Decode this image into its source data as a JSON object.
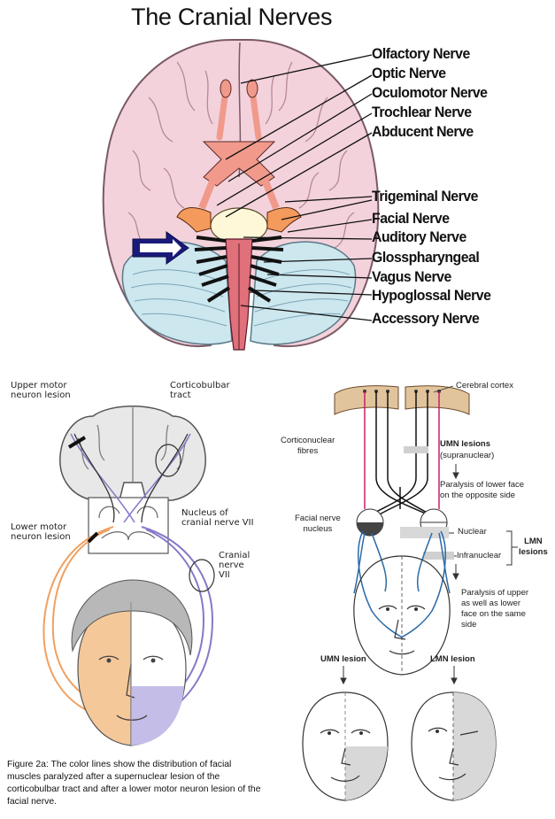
{
  "top_diagram": {
    "title": "The Cranial Nerves",
    "nerves": [
      "Olfactory Nerve",
      "Optic Nerve",
      "Oculomotor Nerve",
      "Trochlear Nerve",
      "Abducent Nerve",
      "Trigeminal Nerve",
      "Facial Nerve",
      "Auditory Nerve",
      "Glosspharyngeal",
      "Vagus Nerve",
      "Hypoglossal Nerve",
      "Accessory Nerve"
    ],
    "colors": {
      "brain": "#f3d2dc",
      "cerebellum": "#cde7ef",
      "nerve": "#f19a8b",
      "trigeminal": "#f49a5d",
      "arrow": "#1a1a7a"
    }
  },
  "left_diagram": {
    "labels": {
      "upper_motor": [
        "Upper motor",
        "neuron lesion"
      ],
      "corticobulbar": [
        "Corticobulbar",
        "tract"
      ],
      "nucleus": [
        "Nucleus of",
        "cranial nerve VII"
      ],
      "lower_motor": [
        "Lower motor",
        "neuron lesion"
      ],
      "cranial_nerve": [
        "Cranial",
        "nerve",
        "VII"
      ]
    },
    "caption": "Figure 2a: The color lines show the distribution of facial muscles paralyzed after a supernuclear lesion of the corticobulbar tract and after a lower motor neuron lesion of the facial nerve.",
    "colors": {
      "orange": "#f0a060",
      "purple": "#8878c8",
      "orange_fill": "#f5c89a",
      "purple_fill": "#c4bde8"
    }
  },
  "right_diagram": {
    "labels": {
      "cerebral_cortex": "Cerebral cortex",
      "corticonuclear": [
        "Corticonuclear",
        "fibres"
      ],
      "umn_lesions": "UMN lesions",
      "supranuclear": "(supranuclear)",
      "paralysis_lower": [
        "Paralysis of lower face",
        "on the opposite side"
      ],
      "facial_nucleus": [
        "Facial nerve",
        "nucleus"
      ],
      "nuclear": "Nuclear",
      "infranuclear": "Infranuclear",
      "lmn_lesions": [
        "LMN",
        "lesions"
      ],
      "paralysis_upper": [
        "Paralysis of upper",
        "as well as lower",
        "face on the same",
        "side"
      ],
      "umn_lesion": "UMN lesion",
      "lmn_lesion": "LMN lesion"
    },
    "colors": {
      "cortex": "#e2c49c",
      "fibre_red": "#c8206a",
      "fibre_blue": "#2a6aa8",
      "shade": "#d8d8d8"
    }
  }
}
